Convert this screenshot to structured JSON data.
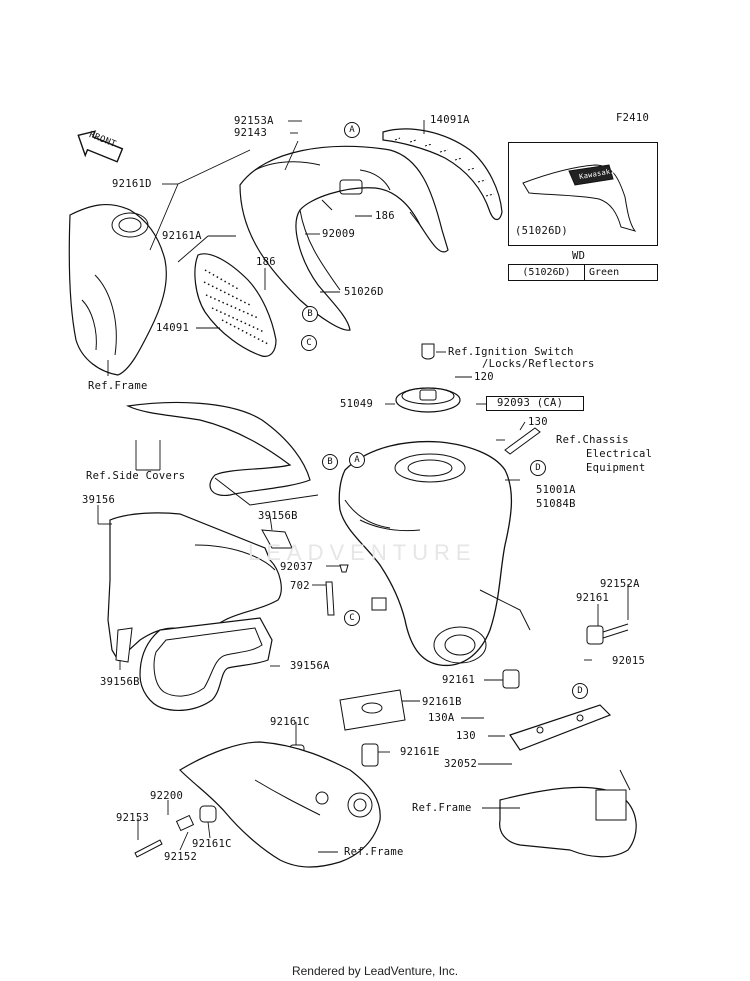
{
  "diagram_code": "F2410",
  "front_label": "FRONT",
  "inset": {
    "part": "(51026D)",
    "brand": "Kawasaki"
  },
  "wd_table": {
    "heading": "WD",
    "part": "(51026D)",
    "color": "Green"
  },
  "callouts": [
    "A",
    "A",
    "B",
    "B",
    "C",
    "C",
    "D",
    "D"
  ],
  "labels": {
    "p92153A": "92153A",
    "p92143": "92143",
    "p14091A": "14091A",
    "p92161D": "92161D",
    "p186a": "186",
    "p92161A": "92161A",
    "p92009": "92009",
    "p186b": "186",
    "p51026D": "51026D",
    "p14091": "14091",
    "ref_frame_1": "Ref.Frame",
    "ref_ignition_1": "Ref.Ignition Switch",
    "ref_ignition_2": "/Locks/Reflectors",
    "p120": "120",
    "p51049": "51049",
    "p92093": "92093 (CA)",
    "p130a": "130",
    "ref_chassis_1": "Ref.Chassis",
    "ref_chassis_2": "Electrical",
    "ref_chassis_3": "Equipment",
    "ref_side_covers": "Ref.Side Covers",
    "p51001A": "51001A",
    "p51084B": "51084B",
    "p39156": "39156",
    "p39156B_top": "39156B",
    "p92037": "92037",
    "p702": "702",
    "p92152A": "92152A",
    "p92161a": "92161",
    "p92015": "92015",
    "p39156A": "39156A",
    "p39156B_bot": "39156B",
    "p92161b": "92161",
    "p92161B": "92161B",
    "p130A": "130A",
    "p92161C_top": "92161C",
    "p92161E": "92161E",
    "p130b": "130",
    "p32052": "32052",
    "p92200": "92200",
    "p92153": "92153",
    "p92161C_bot": "92161C",
    "p92152": "92152",
    "ref_frame_2": "Ref.Frame",
    "ref_frame_3": "Ref.Frame"
  },
  "watermark": "LEADVENTURE",
  "footer": "Rendered by LeadVenture, Inc."
}
